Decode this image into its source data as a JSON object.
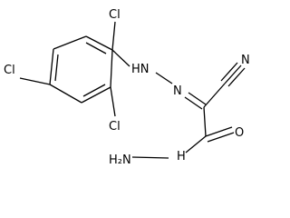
{
  "molecule": {
    "atoms": {
      "cl_top": "Cl",
      "cl_left": "Cl",
      "cl_bottom": "Cl",
      "nh_hydrazone": "HN",
      "n_hydrazone": "N",
      "n_nitrile": "N",
      "o_carbonyl": "O",
      "nh2": "H₂N",
      "nh_hydrazide": "H"
    }
  }
}
